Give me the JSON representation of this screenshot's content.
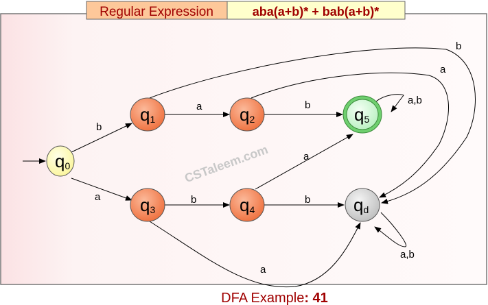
{
  "header": {
    "label": "Regular Expression",
    "expression": "aba(a+b)* + bab(a+b)*"
  },
  "watermark": "CSTaleem.com",
  "caption": {
    "prefix": "DFA Example",
    "number": ": 41"
  },
  "states": [
    {
      "id": "q0",
      "base": "q",
      "sub": "0",
      "type": "start"
    },
    {
      "id": "q1",
      "base": "q",
      "sub": "1"
    },
    {
      "id": "q2",
      "base": "q",
      "sub": "2"
    },
    {
      "id": "q5",
      "base": "q",
      "sub": "5",
      "type": "final"
    },
    {
      "id": "q3",
      "base": "q",
      "sub": "3"
    },
    {
      "id": "q4",
      "base": "q",
      "sub": "4"
    },
    {
      "id": "qd",
      "base": "q",
      "sub": "d",
      "type": "dead"
    }
  ],
  "edges": [
    {
      "from": "q0",
      "to": "q1",
      "label": "b"
    },
    {
      "from": "q0",
      "to": "q3",
      "label": "a"
    },
    {
      "from": "q1",
      "to": "q2",
      "label": "a"
    },
    {
      "from": "q2",
      "to": "q5",
      "label": "b"
    },
    {
      "from": "q3",
      "to": "q4",
      "label": "b"
    },
    {
      "from": "q4",
      "to": "qd",
      "label": "b"
    },
    {
      "from": "q4",
      "to": "q5",
      "label": "a"
    },
    {
      "from": "q5",
      "to": "q5",
      "label": "a,b"
    },
    {
      "from": "q1",
      "to": "qd",
      "label": "b"
    },
    {
      "from": "q2",
      "to": "qd",
      "label": "a"
    },
    {
      "from": "q3",
      "to": "qd",
      "label": "a"
    },
    {
      "from": "qd",
      "to": "qd",
      "label": "a,b"
    }
  ]
}
